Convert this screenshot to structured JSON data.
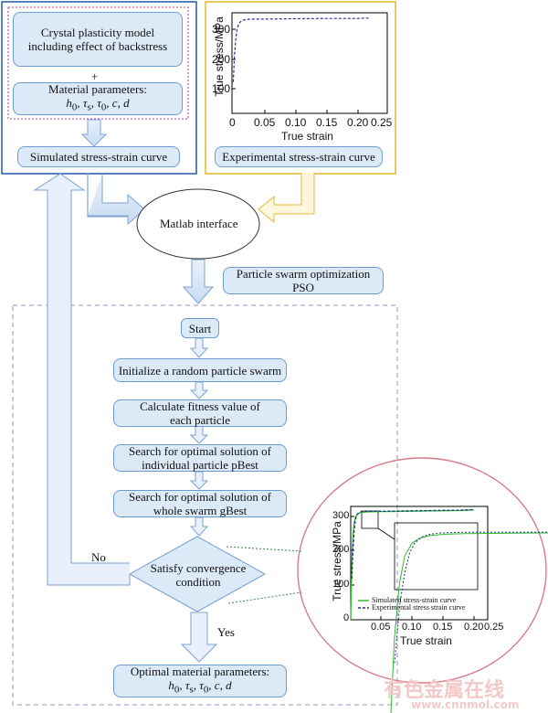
{
  "top_left": {
    "model_box": "Crystal plasticity model including effect of backstress",
    "plus": "+",
    "params_title": "Material parameters:",
    "params_list": "h0, τs, τ0, c, d",
    "simulated_curve": "Simulated stress-strain curve"
  },
  "top_right": {
    "experimental_curve": "Experimental stress-strain curve",
    "ylabel": "True stress/MPa",
    "xlabel": "True strain",
    "yticks": [
      "100",
      "200",
      "300"
    ],
    "xticks": [
      "0",
      "0.05",
      "0.10",
      "0.15",
      "0.20",
      "0.25"
    ]
  },
  "center": {
    "matlab": "Matlab interface",
    "pso_line1": "Particle swarm optimization",
    "pso_line2": "PSO"
  },
  "flow": {
    "start": "Start",
    "step1": "Initialize a random particle swarm",
    "step2": "Calculate fitness value of each particle",
    "step3": "Search for optimal solution of individual particle pBest",
    "step4": "Search for optimal solution of whole swarm gBest",
    "decision": "Satisfy convergence condition",
    "no": "No",
    "yes": "Yes",
    "result_title": "Optimal material parameters:",
    "result_list": "h0, τs, τ0, c, d"
  },
  "zoom_chart": {
    "ylabel": "True stress/MPa",
    "xlabel": "True strain",
    "yticks": [
      "0",
      "100",
      "200",
      "300"
    ],
    "xticks": [
      "0.05",
      "0.10",
      "0.15",
      "0.20",
      "0.25"
    ],
    "legend_simulated": "Simulated stress-strain curve",
    "legend_experimental": "Experimental stress strain curve",
    "color_simulated": "#2dbd2d",
    "color_experimental": "#1c2f8f"
  },
  "watermark": {
    "cn": "有色金属在线",
    "url": "www.cnnmol.com"
  },
  "chart_data": [
    {
      "type": "line",
      "xlabel": "True strain",
      "ylabel": "True stress/MPa",
      "xlim": [
        0,
        0.25
      ],
      "ylim": [
        0,
        330
      ],
      "series": [
        {
          "name": "Experimental stress-strain curve",
          "x": [
            0.002,
            0.004,
            0.006,
            0.008,
            0.01,
            0.013,
            0.016,
            0.02,
            0.03,
            0.05,
            0.1,
            0.15,
            0.2,
            0.22
          ],
          "y": [
            120,
            205,
            255,
            285,
            300,
            310,
            315,
            318,
            320,
            320,
            321,
            322,
            322,
            323
          ]
        }
      ]
    },
    {
      "type": "line",
      "xlabel": "True strain",
      "ylabel": "True stress/MPa",
      "xlim": [
        0,
        0.25
      ],
      "ylim": [
        0,
        330
      ],
      "series": [
        {
          "name": "Simulated stress-strain curve",
          "x": [
            0,
            0.001,
            0.002,
            0.004,
            0.006,
            0.009,
            0.012,
            0.016,
            0.022,
            0.03,
            0.06,
            0.1,
            0.15,
            0.2,
            0.225
          ],
          "y": [
            0,
            80,
            160,
            240,
            280,
            300,
            307,
            311,
            313,
            314,
            315,
            316,
            317,
            318,
            320
          ]
        },
        {
          "name": "Experimental stress strain curve",
          "x": [
            0.002,
            0.004,
            0.006,
            0.008,
            0.01,
            0.013,
            0.016,
            0.02,
            0.03,
            0.06,
            0.1,
            0.15,
            0.2,
            0.225
          ],
          "y": [
            120,
            205,
            255,
            285,
            300,
            309,
            313,
            315,
            316,
            316,
            317,
            318,
            319,
            321
          ]
        }
      ]
    }
  ]
}
